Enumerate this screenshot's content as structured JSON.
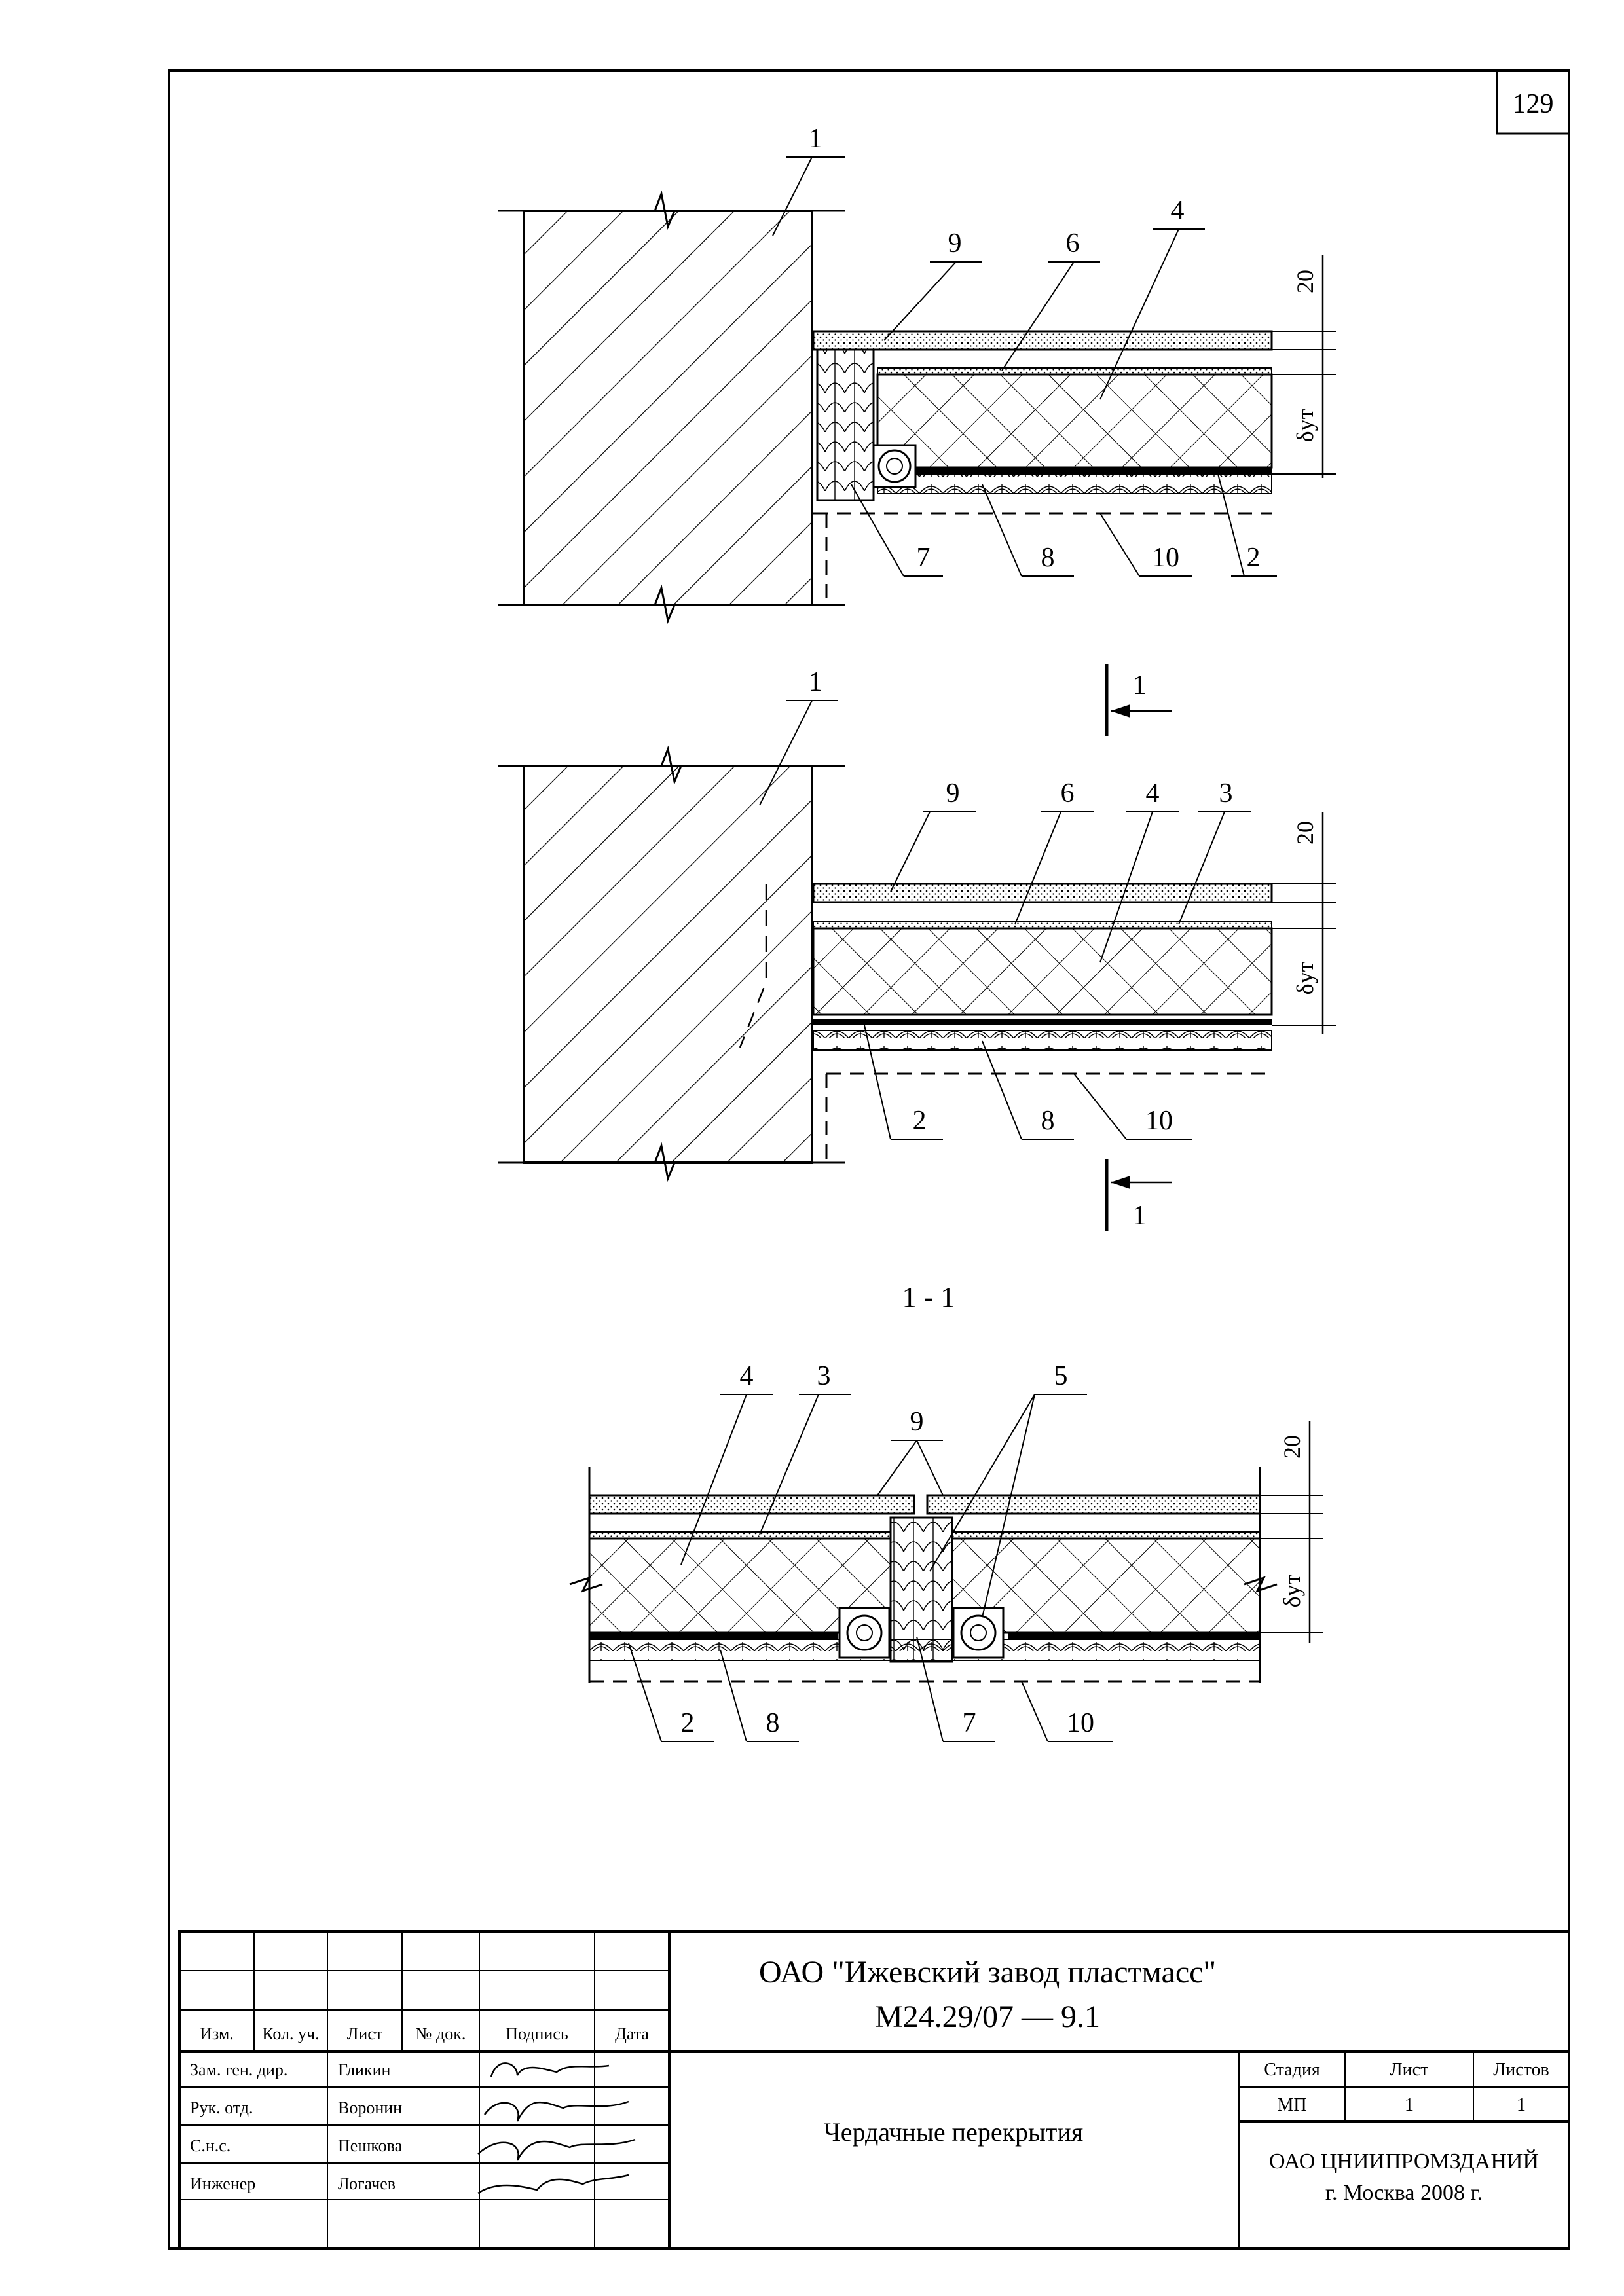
{
  "page_number": "129",
  "detail_top": {
    "callouts": [
      "1",
      "9",
      "6",
      "4",
      "7",
      "8",
      "10",
      "2"
    ],
    "dim_20": "20",
    "dim_insul": "δут"
  },
  "detail_mid": {
    "callouts": [
      "1",
      "9",
      "6",
      "4",
      "3",
      "2",
      "8",
      "10"
    ],
    "dim_20": "20",
    "dim_insul": "δут",
    "section_mark": "1"
  },
  "section": {
    "title": "1 - 1",
    "callouts": [
      "4",
      "3",
      "9",
      "5",
      "2",
      "8",
      "7",
      "10"
    ],
    "dim_20": "20",
    "dim_insul": "δут"
  },
  "title_block": {
    "company": "ОАО \"Ижевский завод пластмасс\"",
    "code": "М24.29/07 — 9.1",
    "sheet_title": "Чердачные перекрытия",
    "org": "ОАО ЦНИИПРОМЗДАНИЙ",
    "org_city": "г. Москва 2008 г.",
    "headers": [
      "Изм.",
      "Кол. уч.",
      "Лист",
      "№ док.",
      "Подпись",
      "Дата"
    ],
    "roles": [
      "Зам. ген. дир.",
      "Рук. отд.",
      "С.н.с.",
      "Инженер"
    ],
    "names": [
      "Гликин",
      "Воронин",
      "Пешкова",
      "Логачев"
    ],
    "stage_headers": [
      "Стадия",
      "Лист",
      "Листов"
    ],
    "stage_values": [
      "МП",
      "1",
      "1"
    ]
  }
}
